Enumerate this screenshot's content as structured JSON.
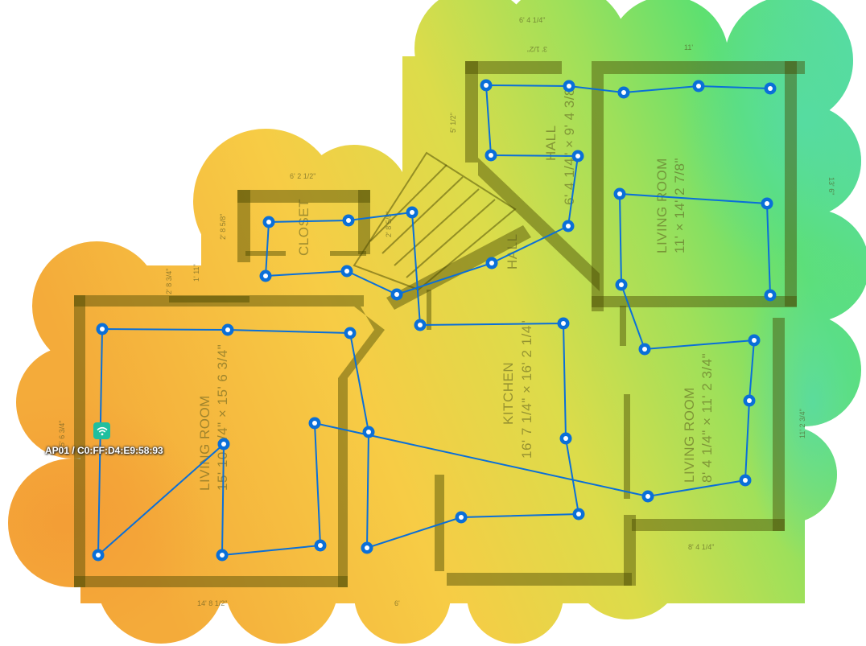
{
  "access_point": {
    "label": "AP01 / C0:FF:D4:E9:58:93",
    "icon": "wifi-icon",
    "color": "#1fbf9f"
  },
  "survey_path": {
    "color": "#0a6fd8",
    "point_color": "#ffffff"
  },
  "heatmap": {
    "colors": {
      "strong": "#55dba8",
      "good": "#5fe070",
      "medium": "#d8dc4a",
      "weak": "#f6b03e"
    }
  },
  "rooms": [
    {
      "name": "LIVING ROOM",
      "size": "15' 10 3/4\" × 15' 6 3/4\""
    },
    {
      "name": "CLOSET",
      "size": ""
    },
    {
      "name": "HALL",
      "size": "6' 4 1/4\" × 9' 4 3/8\""
    },
    {
      "name": "HALL",
      "size": ""
    },
    {
      "name": "LIVING ROOM",
      "size": "11' × 14' 2 7/8\""
    },
    {
      "name": "KITCHEN",
      "size": "16' 7 1/4\" × 16' 2 1/4\""
    },
    {
      "name": "LIVING ROOM",
      "size": "8' 4 1/4\" × 11' 2 3/4\""
    }
  ],
  "dimensions": [
    "6' 4 1/4\"",
    "3' 1/2\"",
    "11'",
    "6' 2 1/2\"",
    "2' 8 5/8\"",
    "1' 11\"",
    "2' 8 3/4\"",
    "5' 1/2\"",
    "13' 6\"",
    "11' 2 3/4\"",
    "8' 4 1/4\"",
    "14' 8 1/2\"",
    "6'",
    "15' 6 3/4\"",
    "2' 8 5/8\""
  ]
}
